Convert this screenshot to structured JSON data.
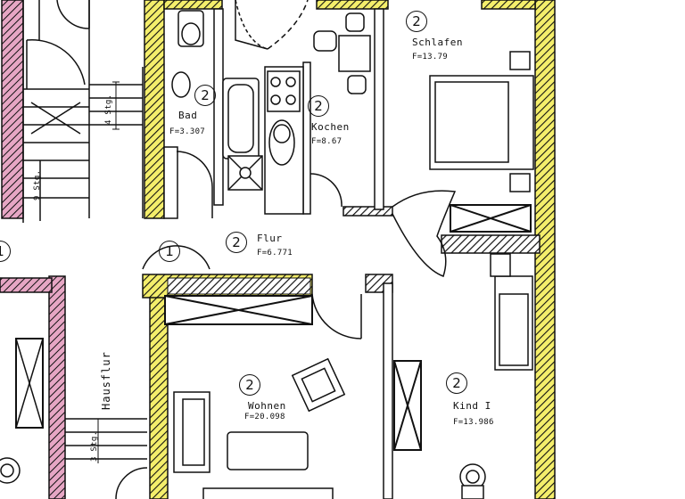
{
  "plan": {
    "colors": {
      "wall_hatch": "#111111",
      "exterior_yellow": "#f4ee6b",
      "neighbor_pink": "#e6a6c4",
      "line": "#111111",
      "paper": "#ffffff"
    },
    "rooms": [
      {
        "id": "schlafen",
        "num": "2",
        "name": "Schlafen",
        "area": "F=13.79"
      },
      {
        "id": "bad",
        "num": "2",
        "name": "Bad",
        "area": "F=3.307"
      },
      {
        "id": "kochen",
        "num": "2",
        "name": "Kochen",
        "area": "F=8.67"
      },
      {
        "id": "flur",
        "num": "2",
        "name": "Flur",
        "area": "F=6.771"
      },
      {
        "id": "wohnen",
        "num": "2",
        "name": "Wohnen",
        "area": "F=20.098"
      },
      {
        "id": "kind",
        "num": "2",
        "name": "Kind I",
        "area": "F=13.986"
      }
    ],
    "neighbor_num": "1",
    "stair_num": "1",
    "hausflur": "Hausflur",
    "steps_upper": "4 Stg.",
    "steps_left": "9 Stg.",
    "steps_lower": "3 Stg."
  }
}
